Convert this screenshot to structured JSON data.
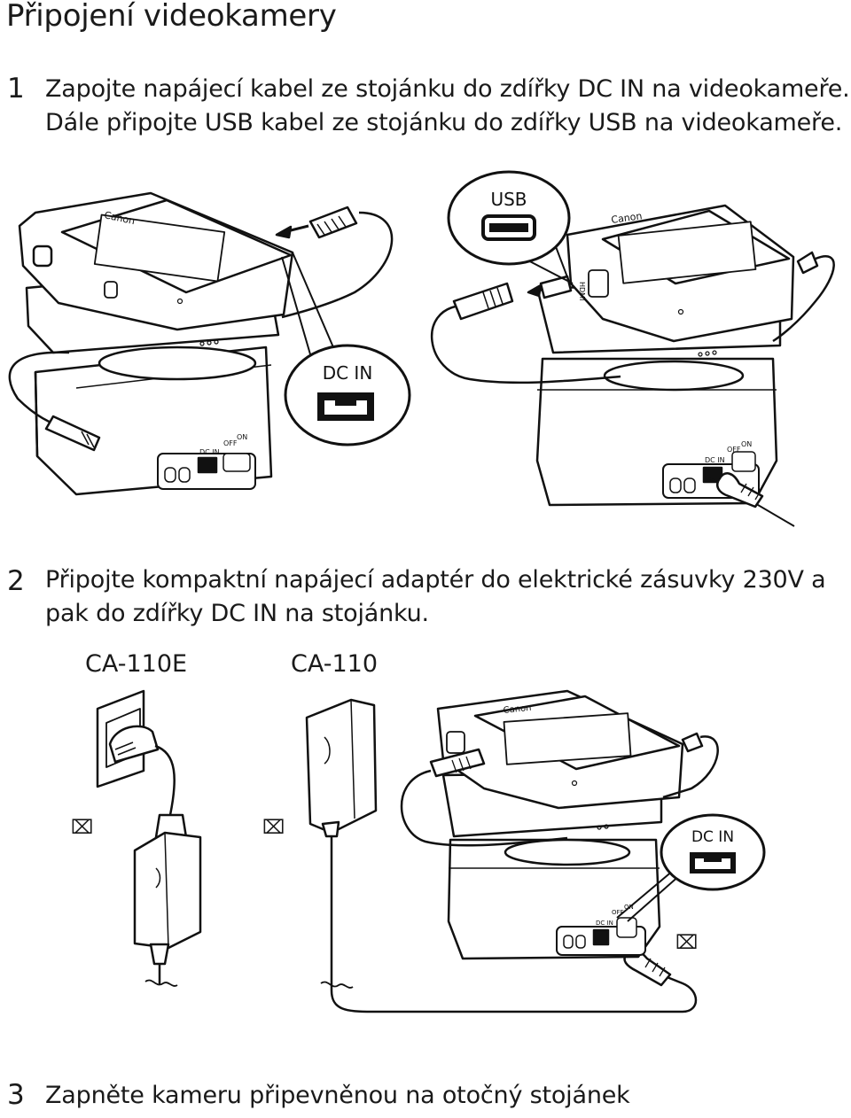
{
  "title": "Připojení videokamery",
  "steps": [
    {
      "number": "1",
      "lines": [
        "Zapojte napájecí kabel ze stojánku do zdířky DC IN na videokameře.",
        "Dále připojte USB kabel ze stojánku do zdířky USB na videokameře."
      ]
    },
    {
      "number": "2",
      "lines": [
        "Připojte kompaktní napájecí adaptér do elektrické zásuvky 230V a",
        "pak do zdířky DC IN na stojánku."
      ]
    },
    {
      "number": "3",
      "lines": [
        "Zapněte kameru připevněnou na otočný stojánek"
      ]
    }
  ],
  "figure1": {
    "callout_usb": "USB",
    "callout_dcin": "DC IN",
    "brand": "Canon",
    "panel_dcin": "DC IN",
    "panel_off": "OFF",
    "panel_on": "ON",
    "camera_port": "HDMI"
  },
  "figure2": {
    "model_left": "CA-110E",
    "model_right": "CA-110",
    "callout_dcin": "DC IN",
    "brand": "Canon",
    "panel_dcin": "DC IN",
    "panel_off": "OFF",
    "panel_on": "ON",
    "marks": [
      "⌧",
      "⌧",
      "⌧"
    ]
  }
}
